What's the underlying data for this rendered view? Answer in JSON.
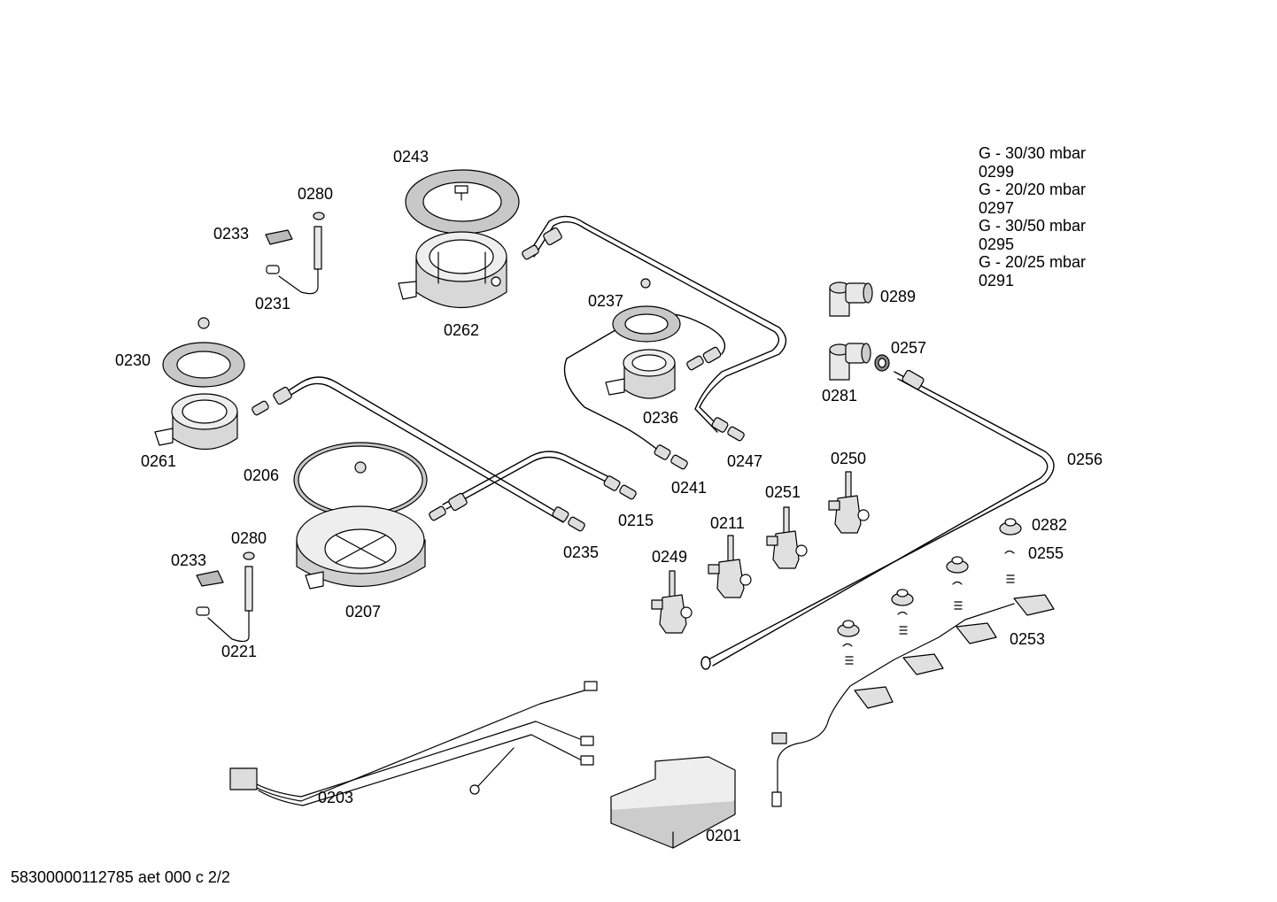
{
  "legend": [
    "G - 30/30 mbar",
    "0299",
    "G - 20/20 mbar",
    "0297",
    "G - 30/50 mbar",
    "0295",
    "G - 20/25 mbar",
    "0291"
  ],
  "footer": "58300000112785 aet 000 c 2/2",
  "labels": {
    "p0243": "0243",
    "p0280a": "0280",
    "p0233a": "0233",
    "p0231": "0231",
    "p0262": "0262",
    "p0237": "0237",
    "p0289": "0289",
    "p0257": "0257",
    "p0281": "0281",
    "p0230": "0230",
    "p0236": "0236",
    "p0261": "0261",
    "p0247": "0247",
    "p0206": "0206",
    "p0250": "0250",
    "p0256": "0256",
    "p0241": "0241",
    "p0251": "0251",
    "p0215": "0215",
    "p0280b": "0280",
    "p0211": "0211",
    "p0282": "0282",
    "p0233b": "0233",
    "p0235": "0235",
    "p0249": "0249",
    "p0255": "0255",
    "p0207": "0207",
    "p0253": "0253",
    "p0221": "0221",
    "p0203": "0203",
    "p0201": "0201"
  }
}
